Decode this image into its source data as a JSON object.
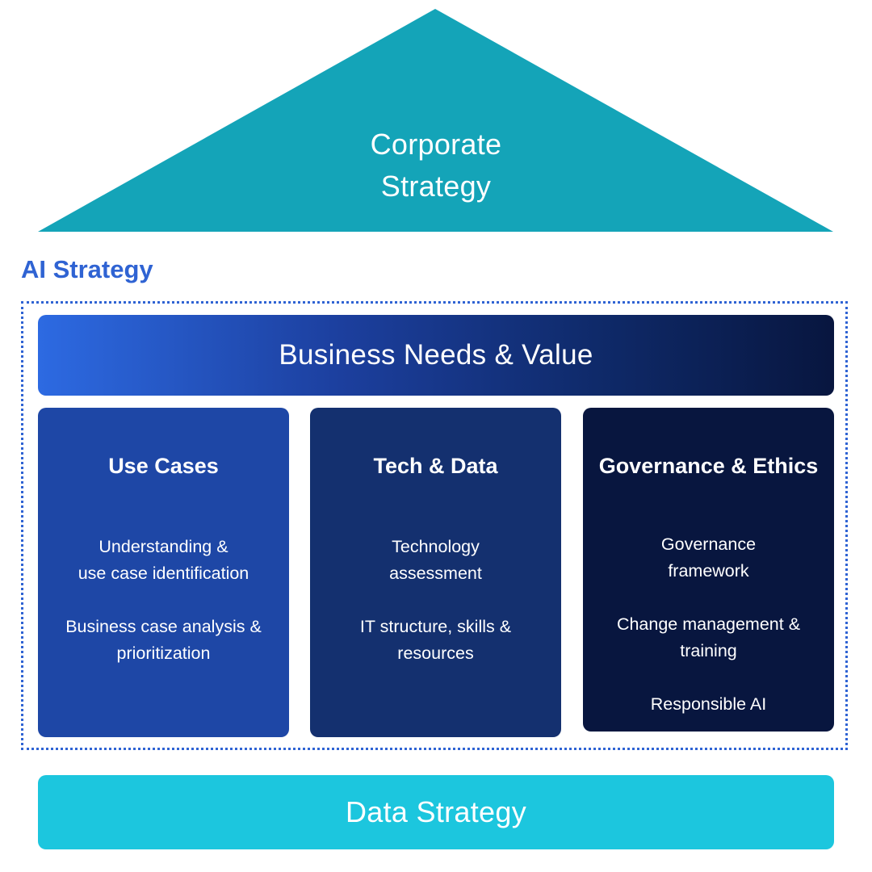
{
  "roof": {
    "title_line1": "Corporate",
    "title_line2": "Strategy",
    "color": "#14a4b8"
  },
  "ai_strategy": {
    "label": "AI Strategy",
    "accent": "#2f63d3"
  },
  "business": {
    "label": "Business Needs & Value",
    "gradient_start": "#2d6ae2",
    "gradient_end": "#08163f"
  },
  "pillars": [
    {
      "title": "Use Cases",
      "color": "#1e47a6",
      "items": [
        {
          "line1": "Understanding &",
          "line2": "use case identification"
        },
        {
          "line1": "Business case analysis &",
          "line2": "prioritization"
        }
      ]
    },
    {
      "title": "Tech & Data",
      "color": "#14306f",
      "items": [
        {
          "line1": "Technology",
          "line2": "assessment"
        },
        {
          "line1": "IT structure, skills &",
          "line2": "resources"
        }
      ]
    },
    {
      "title": "Governance & Ethics",
      "color": "#08163f",
      "items": [
        {
          "line1": "Governance",
          "line2": "framework"
        },
        {
          "line1": "Change management &",
          "line2": "training"
        },
        {
          "line1": "Responsible AI",
          "line2": ""
        }
      ]
    }
  ],
  "data_strategy": {
    "label": "Data Strategy",
    "color": "#1cc6de"
  }
}
